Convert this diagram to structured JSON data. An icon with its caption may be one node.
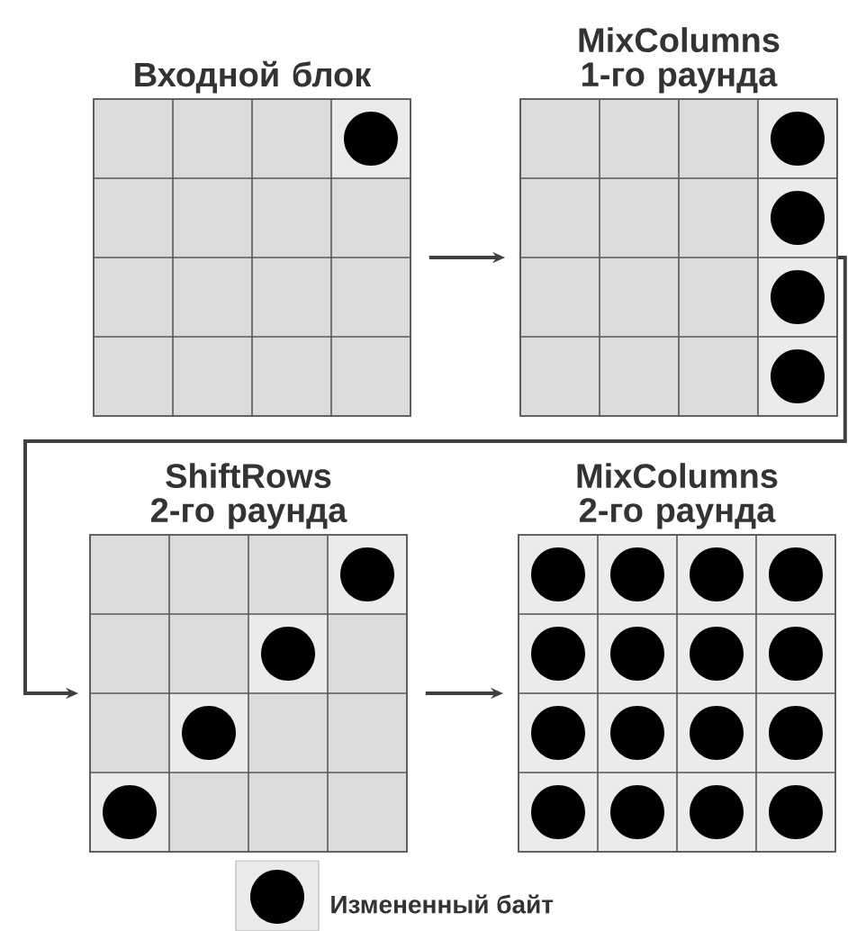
{
  "diagram": {
    "nodes": [
      {
        "text": [
          "Входной блок"
        ]
      },
      {
        "text": [
          "MixColumns 1-го раунда"
        ]
      },
      {
        "text": [
          "ShiftRows 2-го раунда"
        ]
      },
      {
        "text": [
          "MixColumns 2-го раунда"
        ]
      }
    ],
    "edges": [
      {
        "from": 0,
        "to": 1,
        "arrow": "to"
      },
      {
        "from": 1,
        "to": 2,
        "arrow": "to"
      },
      {
        "from": 2,
        "to": 3,
        "arrow": "to"
      }
    ],
    "legend": [
      {
        "text": "Измененный байт"
      }
    ]
  }
}
